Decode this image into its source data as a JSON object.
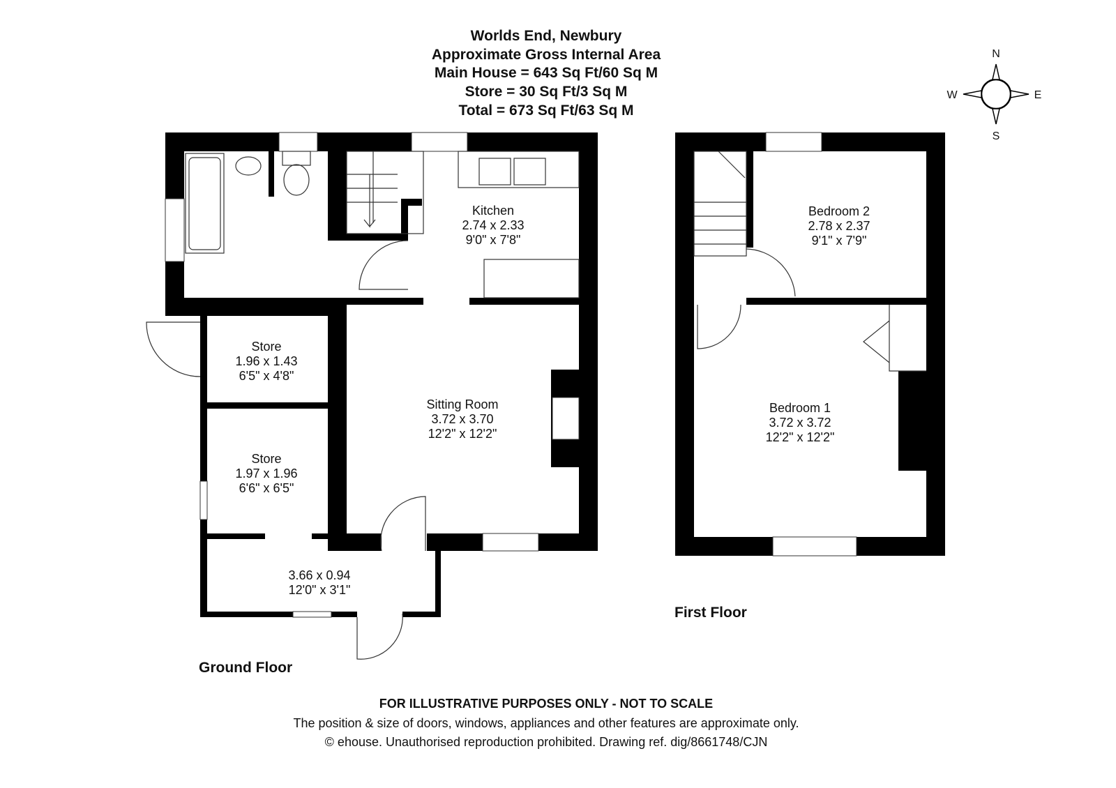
{
  "header": {
    "title": "Worlds End, Newbury",
    "subtitle": "Approximate Gross Internal Area",
    "main_house": "Main House = 643 Sq Ft/60 Sq M",
    "store": "Store = 30 Sq Ft/3 Sq M",
    "total": "Total = 673 Sq Ft/63 Sq M"
  },
  "compass": {
    "n": "N",
    "s": "S",
    "e": "E",
    "w": "W"
  },
  "ground_floor": {
    "label": "Ground Floor",
    "rooms": [
      {
        "name": "Kitchen",
        "metric": "2.74 x 2.33",
        "imperial": "9'0\" x 7'8\""
      },
      {
        "name": "Sitting Room",
        "metric": "3.72 x 3.70",
        "imperial": "12'2\" x 12'2\""
      },
      {
        "name": "Store",
        "metric": "1.96 x 1.43",
        "imperial": "6'5\" x 4'8\""
      },
      {
        "name": "Store",
        "metric": "1.97 x 1.96",
        "imperial": "6'6\" x 6'5\""
      },
      {
        "name": "",
        "metric": "3.66 x 0.94",
        "imperial": "12'0\" x 3'1\""
      }
    ]
  },
  "first_floor": {
    "label": "First Floor",
    "rooms": [
      {
        "name": "Bedroom 2",
        "metric": "2.78 x 2.37",
        "imperial": "9'1\" x 7'9\""
      },
      {
        "name": "Bedroom 1",
        "metric": "3.72 x 3.72",
        "imperial": "12'2\" x 12'2\""
      }
    ]
  },
  "footer": {
    "disclaimer": "FOR ILLUSTRATIVE PURPOSES ONLY - NOT TO SCALE",
    "note": "The position & size of doors, windows, appliances and other features are approximate only.",
    "copyright": "© ehouse. Unauthorised reproduction prohibited. Drawing ref. dig/8661748/CJN"
  }
}
